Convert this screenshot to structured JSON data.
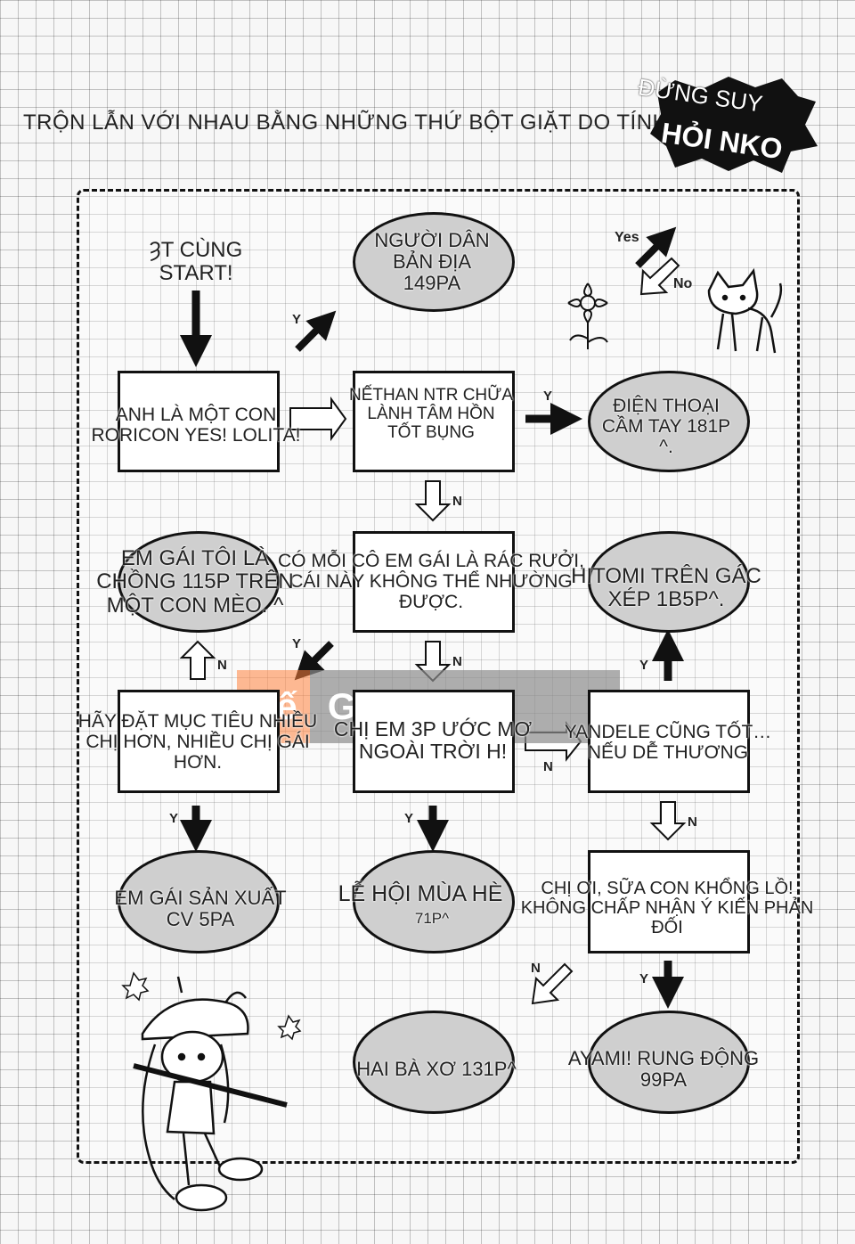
{
  "header": {
    "title": "TRỘN LẪN VỚI NHAU BẰNG NHỮNG THỨ BỘT GIẶT DO TÍNH DỤC...",
    "badge_line1": "ĐỪNG SUY",
    "badge_line2": "HỎI NKO"
  },
  "legend": {
    "yes": "Yes",
    "no": "No"
  },
  "watermark": {
    "left": "Đế",
    "right": "Game"
  },
  "labels": {
    "y": "Y",
    "n": "N"
  },
  "nodes": {
    "start": "ȜT CÙNG\nSTART!",
    "b1": "ANH LÀ MỘT CON\nRORICON YES! LOLITA!",
    "b2": "NẾTHAN NTR CHỮA\nLÀNH TÂM HỒN\nTỐT BỤNG",
    "b3": "CÓ MỖI CÔ EM GÁI LÀ RÁC RƯỞI,\nCÁI NÀY KHÔNG THỂ NHƯỜNG\nĐƯỢC.",
    "b4": "HÃY ĐẶT MỤC TIÊU NHIỀU\nCHỊ HƠN, NHIỀU CHỊ GÁI\nHƠN.",
    "b5": "CHỊ EM 3P ƯỚC MƠ\nNGOÀI TRỜI H!",
    "b6": "YANDELE CŨNG TỐT…\nNẾU DỄ THƯƠNG",
    "b7": "CHỊ ƠI, SỮA CON KHỔNG LỒ!\nKHÔNG CHẤP NHẬN Ý KIẾN PHẢN\nĐỐI",
    "e1": "NGƯỜI DÂN\nBẢN ĐỊA\n149PA",
    "e2": "ĐIỆN THOẠI\nCẦM TAY 181P\n^.",
    "e3": "EM GÁI TÔI LÀ\nCHỒNG 115P TRÊN\nMỘT CON MÈO. ^",
    "e4": "HITOMI TRÊN GÁC\nXÉP 1B5P^.",
    "e5": "EM GÁI SẢN XUẤT\nCV 5PA",
    "e6": "LỄ HỘI MÙA HÈ",
    "e6b": "71P^",
    "e7": "HAI BÀ XƠ 131P^",
    "e8": "AYAMI! RUNG ĐỘNG\n99PA"
  },
  "colors": {
    "ellipse_fill": "#cfcfcf",
    "ink": "#111111",
    "paper": "#f7f7f7"
  }
}
